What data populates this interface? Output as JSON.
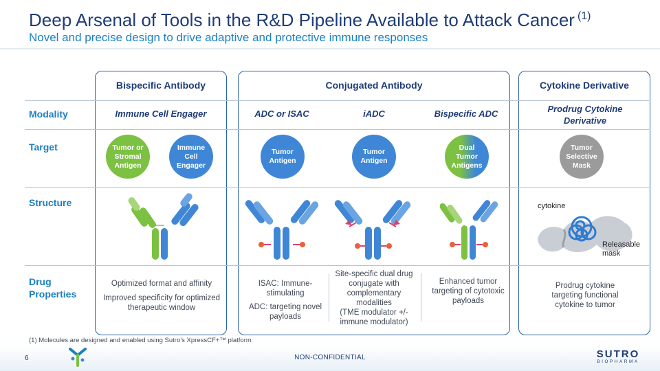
{
  "header": {
    "title": "Deep Arsenal of Tools in the R&D Pipeline Available to Attack Cancer",
    "title_footnote": "(1)",
    "subtitle": "Novel and precise design to drive adaptive and protective immune responses"
  },
  "panels": {
    "bispecific": "Bispecific Antibody",
    "conjugated": "Conjugated Antibody",
    "cytokine": "Cytokine Derivative"
  },
  "rows": {
    "modality": "Modality",
    "target": "Target",
    "structure": "Structure",
    "drug_properties": "Drug Properties"
  },
  "modality": {
    "engager": "Immune Cell Engager",
    "adc_isac": "ADC or ISAC",
    "iadc": "iADC",
    "bispecific_adc": "Bispecific ADC",
    "prodrug": "Prodrug Cytokine Derivative"
  },
  "targets": {
    "tumor_stromal": "Tumor or Stromal Antigen",
    "immune_cell": "Immune Cell Engager",
    "tumor_antigen_1": "Tumor Antigen",
    "tumor_antigen_2": "Tumor Antigen",
    "dual_tumor": "Dual Tumor Antigens",
    "selective_mask": "Tumor Selective Mask"
  },
  "structure_labels": {
    "cytokine": "cytokine",
    "releasable_mask": "Releasable mask"
  },
  "properties": {
    "engager_1": "Optimized format and affinity",
    "engager_2": "Improved specificity for optimized therapeutic window",
    "adc_1": "ISAC: Immune-stimulating",
    "adc_2": "ADC: targeting novel payloads",
    "iadc_1": "Site-specific dual drug conjugate with complementary modalities",
    "iadc_2": "(TME modulator +/- immune modulator)",
    "bispecific_adc": "Enhanced tumor targeting of cytotoxic payloads",
    "cytokine": "Prodrug cytokine targeting functional cytokine to tumor"
  },
  "footnote": "(1) Molecules are designed and enabled using Sutro’s XpressCF+™ platform",
  "footer": {
    "page": "6",
    "confidential": "NON-CONFIDENTIAL",
    "logo_main": "SUTRO",
    "logo_sub": "BIOPHARMA"
  },
  "colors": {
    "navy": "#1f3c78",
    "accent_blue": "#1a7fc1",
    "green": "#7cc142",
    "blue": "#3f87d6",
    "gray": "#9b9b9b",
    "payload": "#e8603c",
    "linker": "#d9426c"
  }
}
